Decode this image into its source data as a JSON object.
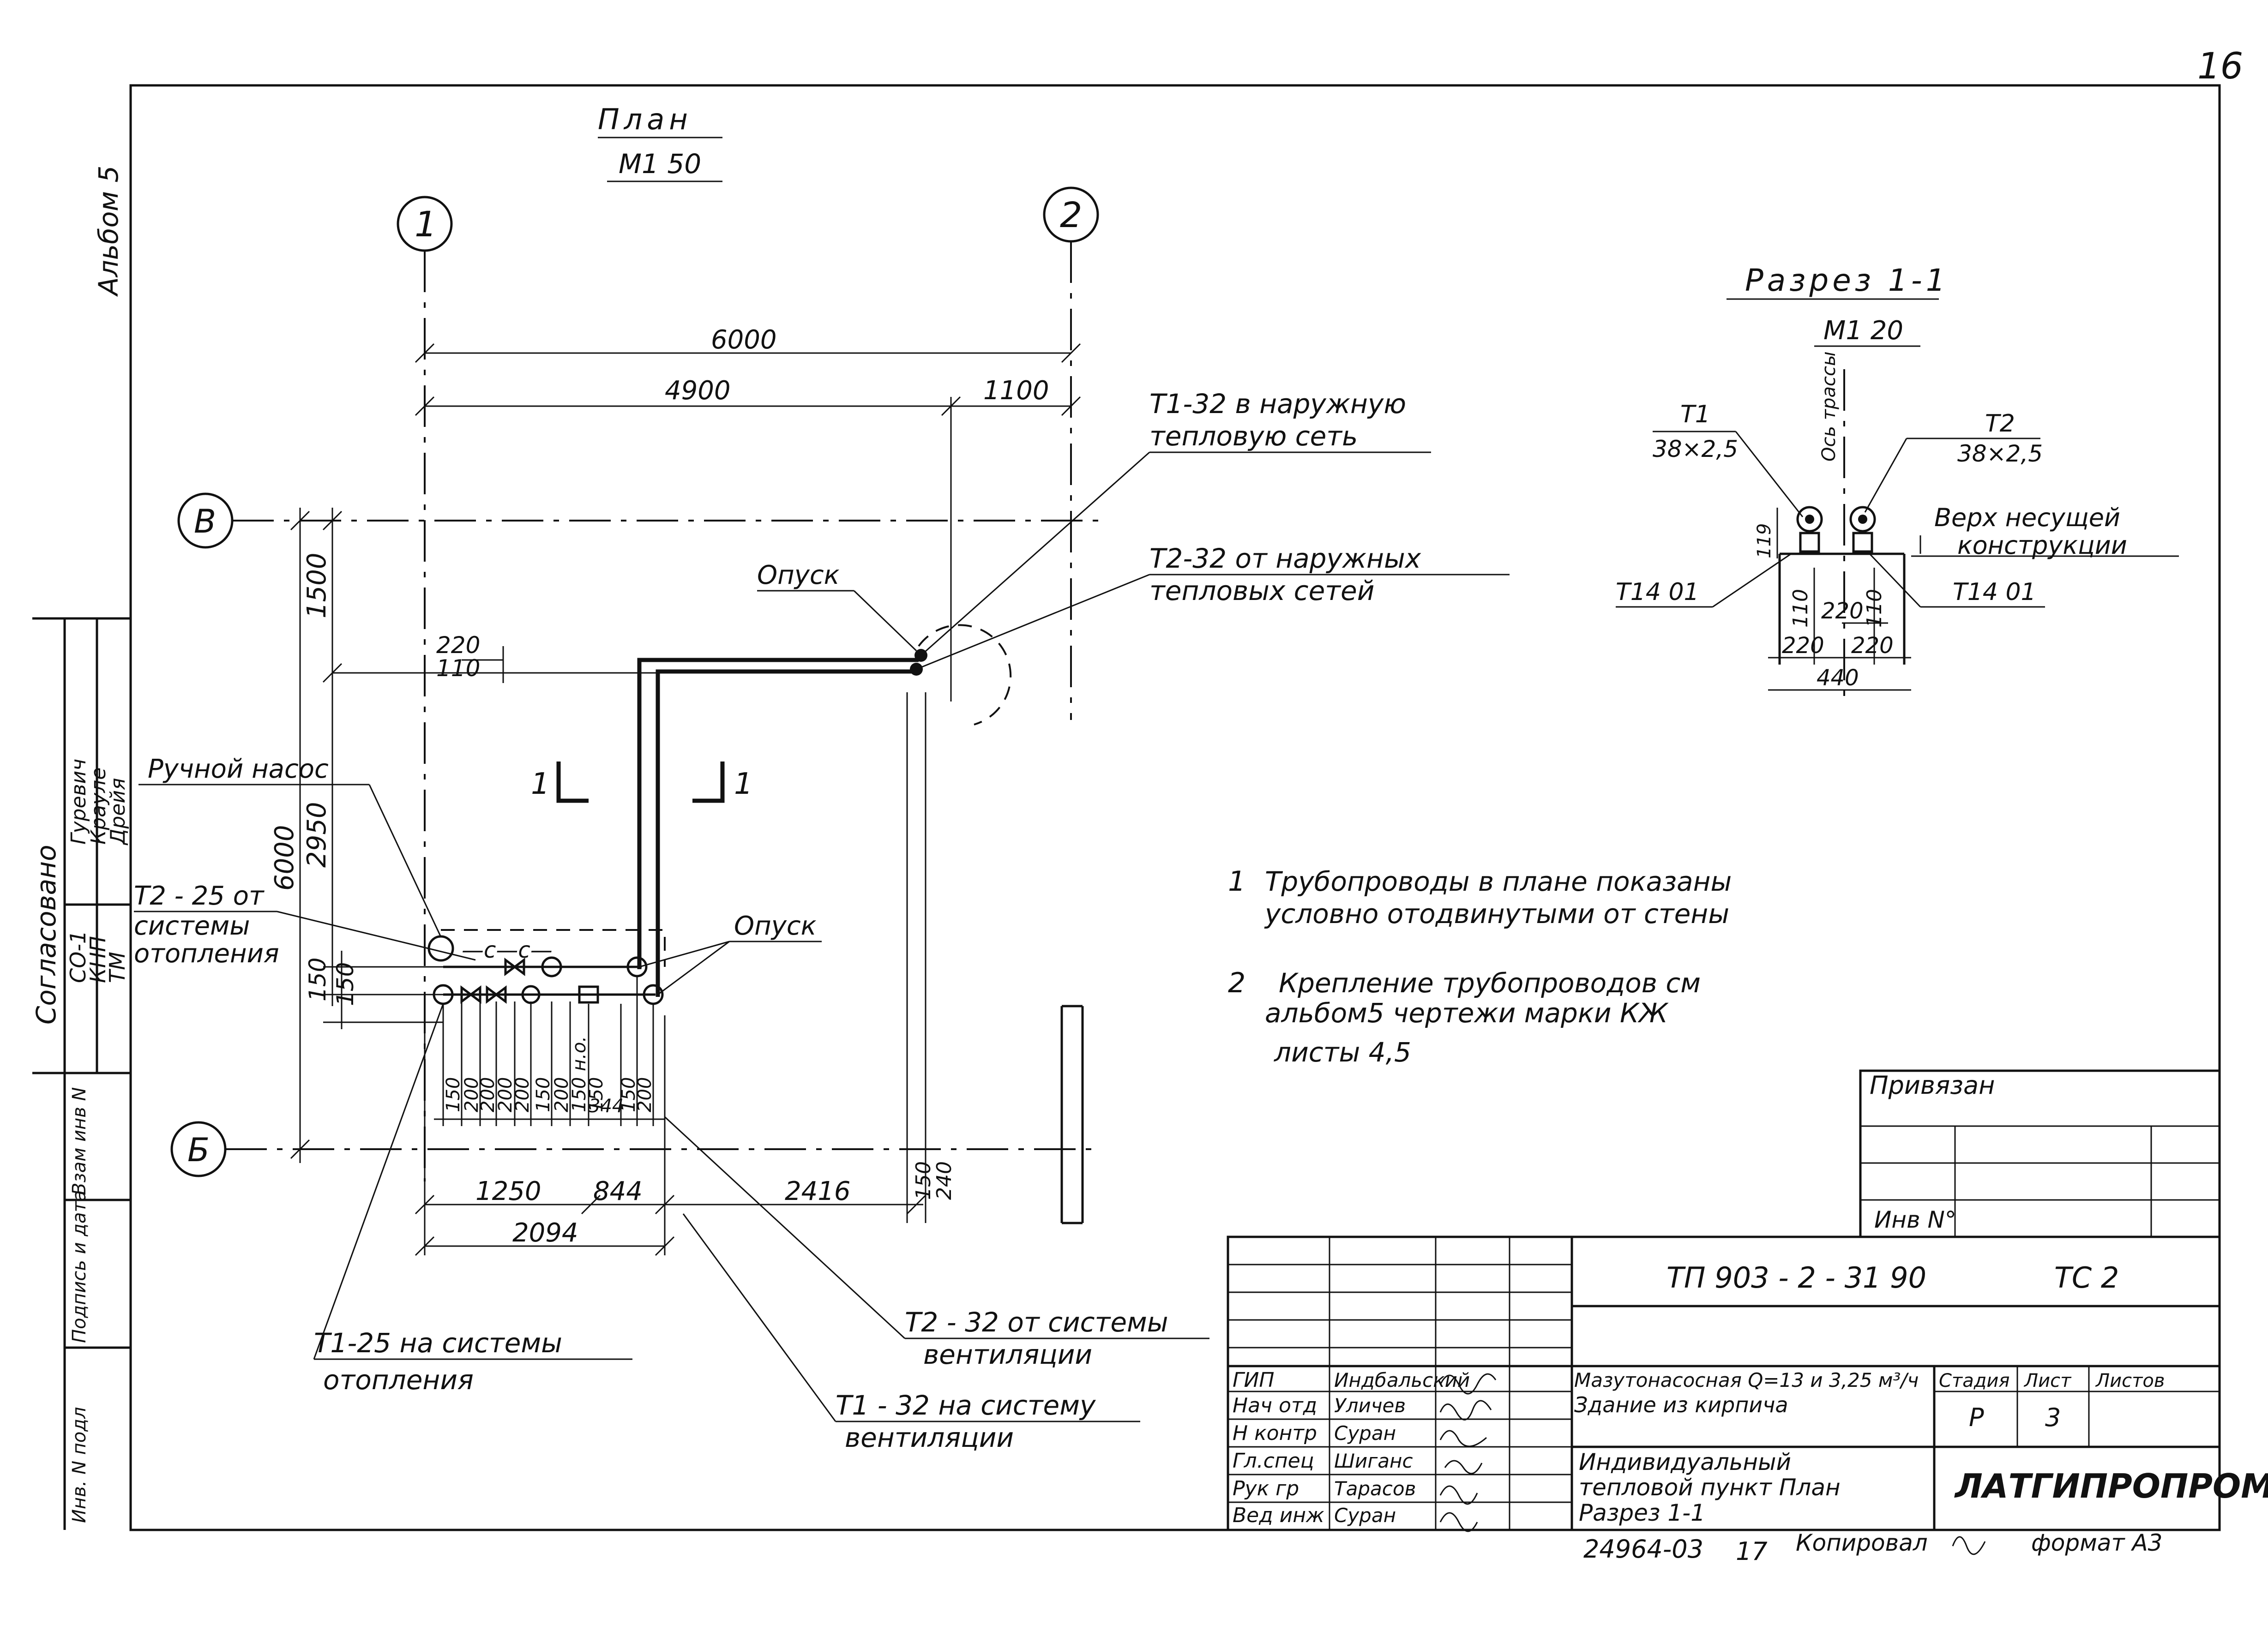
{
  "page_number": "16",
  "side_album": "Альбом 5",
  "plan": {
    "title": "План",
    "scale": "М1 50"
  },
  "axes": {
    "a1": "1",
    "a2": "2",
    "aV": "В",
    "aB": "Б"
  },
  "dims": {
    "d6000_h": "6000",
    "d4900": "4900",
    "d1100": "1100",
    "d1500": "1500",
    "d220": "220",
    "d110": "110",
    "d6000_v": "6000",
    "d2950": "2950",
    "d150a": "150",
    "d150b": "150",
    "d1250": "1250",
    "d844": "844",
    "d2416": "2416",
    "d2094": "2094",
    "d150r": "150",
    "d240r": "240"
  },
  "chain": [
    "150",
    "200",
    "200",
    "200",
    "200",
    "150",
    "200",
    "150 н.о.",
    "150",
    "344",
    "150",
    "200"
  ],
  "section_marks": {
    "left": "1",
    "right": "1"
  },
  "labels": {
    "t1_32_out_a": "Т1-32  в наружную",
    "t1_32_out_b": "тепловую сеть",
    "t2_32_in_a": "Т2-32  от наружных",
    "t2_32_in_b": "тепловых сетей",
    "opusk1": "Опуск",
    "opusk2": "Опуск",
    "pump": "Ручной насос",
    "t2_25_a": "Т2 - 25  от",
    "t2_25_b": "системы",
    "t2_25_c": "отопления",
    "t1_25_a": "Т1-25  на системы",
    "t1_25_b": "отопления",
    "t2_32_v_a": "Т2 - 32  от системы",
    "t2_32_v_b": "вентиляции",
    "t1_32_v_a": "Т1 - 32  на систему",
    "t1_32_v_b": "вентиляции",
    "valve_c": "—с—с—"
  },
  "section": {
    "title": "Разрез 1-1",
    "scale": "М1 20",
    "t1": "Т1",
    "t1_size": "38×2,5",
    "t2": "Т2",
    "t2_size": "38×2,5",
    "axis_label": "Ось трассы",
    "top_a": "Верх несущей",
    "top_b": "конструкции",
    "support_left": "Т14 01",
    "support_right": "Т14 01",
    "d119": "119",
    "d110a": "110",
    "d220": "220",
    "d110b": "110",
    "d220l": "220",
    "d220r": "220",
    "d440": "440"
  },
  "notes": {
    "n1_num": "1",
    "n1_a": "Трубопроводы в плане показаны",
    "n1_b": "условно отодвинутыми от стены",
    "n2_num": "2",
    "n2_a": "Крепление трубопроводов см",
    "n2_b": "альбом5 чертежи марки КЖ",
    "n2_c": "листы 4,5"
  },
  "left_stamp": {
    "agreed": "Согласовано",
    "rows": [
      {
        "dept": "СО-1",
        "name": "Гуревич"
      },
      {
        "dept": "КНП",
        "name": "Крауле"
      },
      {
        "dept": "ТМ",
        "name": "Дрейя"
      }
    ],
    "fields": [
      "Взам инв N",
      "Подпись и дата",
      "Инв. N подл"
    ]
  },
  "privyazan": {
    "title": "Привязан",
    "inv": "Инв N°"
  },
  "title_block": {
    "code": "ТП 903 - 2 - 31 90",
    "mark": "ТС 2",
    "staff": [
      {
        "role": "ГИП",
        "name": "Индбальский"
      },
      {
        "role": "Нач отд",
        "name": "Уличев"
      },
      {
        "role": "Н контр",
        "name": "Суран"
      },
      {
        "role": "Гл.спец",
        "name": "Шиганс"
      },
      {
        "role": "Рук гр",
        "name": "Тарасов"
      },
      {
        "role": "Вед инж",
        "name": "Суран"
      }
    ],
    "object_a": "Мазутонасосная Q=13 и 3,25 м³/ч",
    "object_b": "Здание из кирпича",
    "stage_h": "Стадия",
    "sheet_h": "Лист",
    "sheets_h": "Листов",
    "stage": "Р",
    "sheet": "3",
    "desc_a": "Индивидуальный",
    "desc_b": "тепловой пункт  План",
    "desc_c": "Разрез 1-1",
    "org": "ЛАТГИПРОПРОМ"
  },
  "footer": {
    "num": "24964-03",
    "page": "17",
    "copied": "Копировал",
    "format": "формат А3"
  }
}
